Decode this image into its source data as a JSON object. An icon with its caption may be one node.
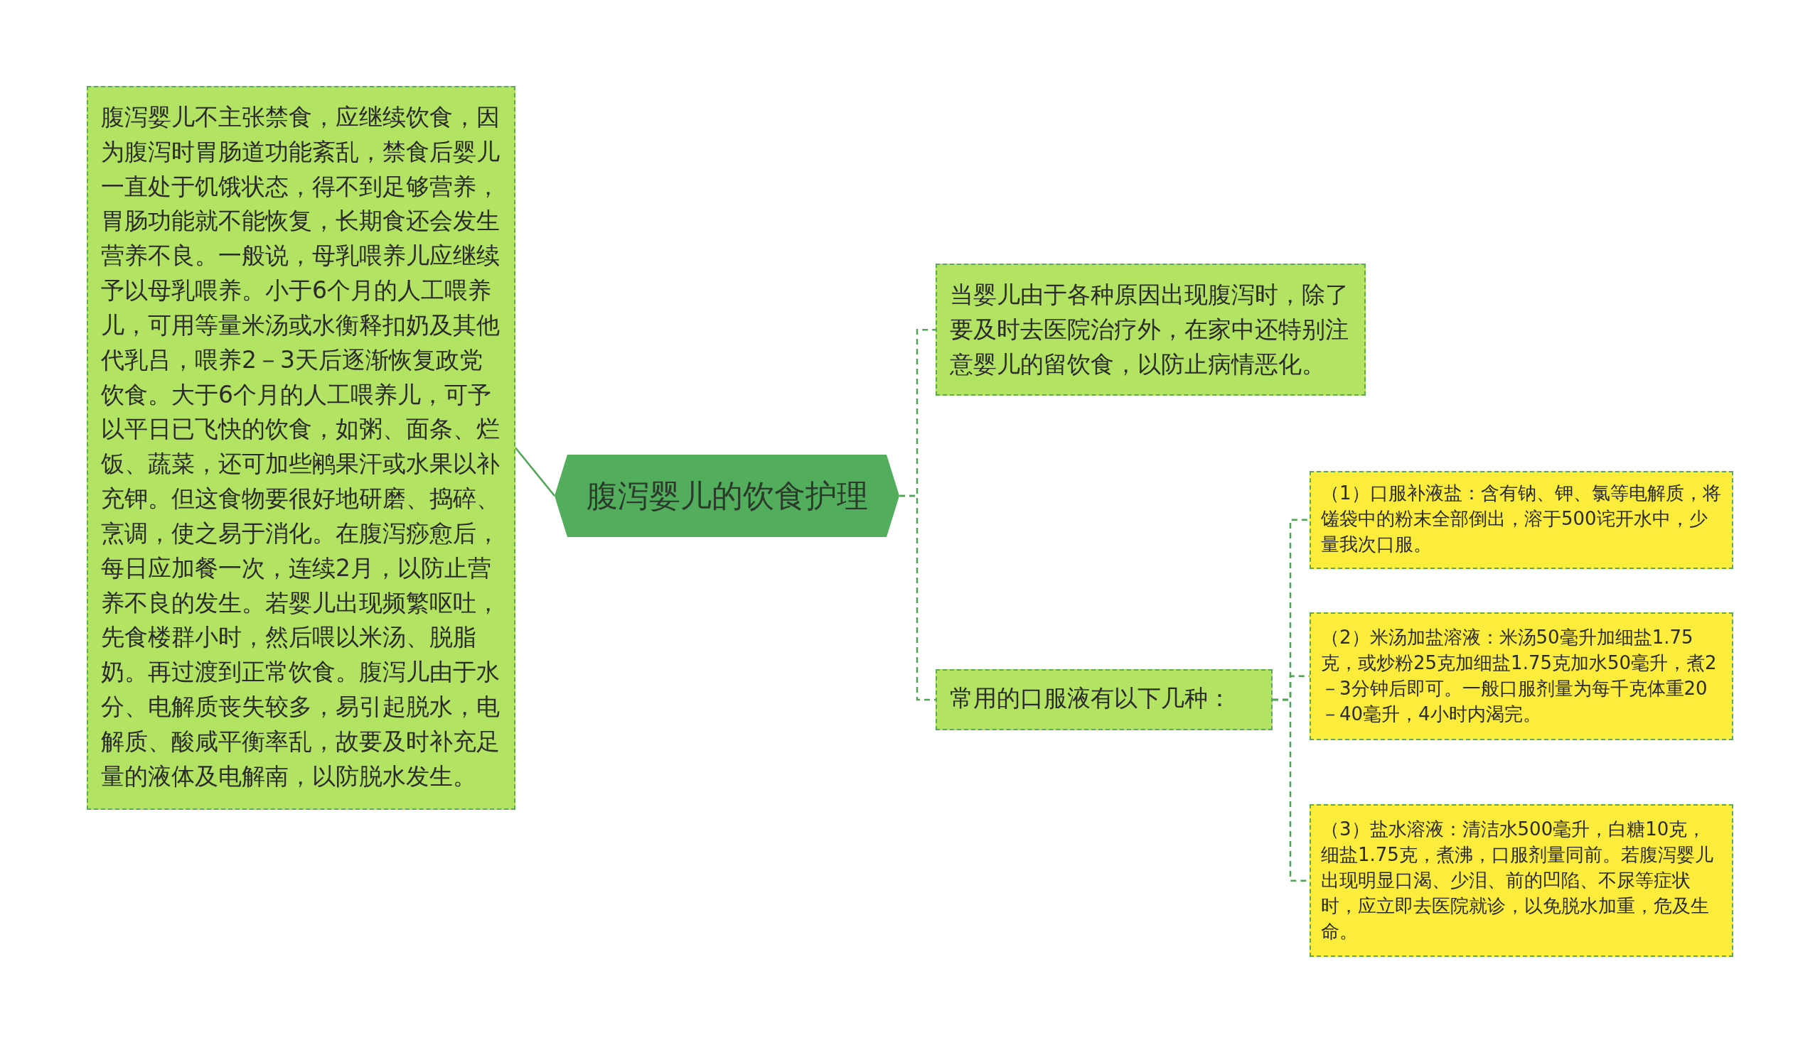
{
  "diagram": {
    "nodes": [
      {
        "text": [
          "腹泻婴儿的饮食护理"
        ]
      },
      {
        "text": [
          "腹泻婴儿不主张禁食，应继续饮食，因为腹泻时胃肠道功能紊乱，禁食后婴儿一直处于饥饿状态，得不到足够营养，胃肠功能就不能恢复，长期食还会发生营养不良。一般说，母乳喂养儿应继续予以母乳喂养。小于6个月的人工喂养儿，可用等量米汤或水衡释扣奶及其他代乳吕，喂养2－3天后逐渐恢复政党饮食。大于6个月的人工喂养儿，可予以平日已飞快的饮食，如粥、面条、烂饭、蔬菜，还可加些鹇果汗或水果以补充钾。但这食物要很好地研磨、捣碎、烹调，使之易于消化。在腹泻痧愈后，每日应加餐一次，连续2月，以防止营养不良的发生。若婴儿出现频繁呕吐，先食楼群小时，然后喂以米汤、脱脂奶。再过渡到正常饮食。腹泻儿由于水分、电解质丧失较多，易引起脱水，电解质、酸咸平衡率乱，故要及时补充足量的液体及电解南，以防脱水发生。"
        ]
      },
      {
        "text": [
          "当婴儿由于各种原因出现腹泻时，除了要及时去医院治疗外，在家中还特别注意婴儿的留饮食，以防止病情恶化。"
        ]
      },
      {
        "text": [
          "常用的口服液有以下几种："
        ]
      },
      {
        "text": [
          "（1）口服补液盐：含有钠、钾、氯等电解质，将馐袋中的粉末全部倒出，溶于500诧开水中，少量我次口服。"
        ]
      },
      {
        "text": [
          "（2）米汤加盐溶液：米汤50毫升加细盐1.75克，或炒粉25克加细盐1.75克加水50毫升，煮2－3分钟后即可。一般口服剂量为每千克体重20－40毫升，4小时内渴完。"
        ]
      },
      {
        "text": [
          "（3）盐水溶液：清洁水500毫升，白糖10克，细盐1.75克，煮沸，口服剂量同前。若腹泻婴儿出现明显口渴、少泪、前的凹陷、不尿等症状时，应立即去医院就诊，以免脱水加重，危及生命。"
        ]
      }
    ],
    "edges": [
      {
        "from": 0,
        "to": 1,
        "arrow": "none"
      },
      {
        "from": 0,
        "to": 2,
        "arrow": "none",
        "style": "dashed"
      },
      {
        "from": 0,
        "to": 3,
        "arrow": "none",
        "style": "dashed"
      },
      {
        "from": 3,
        "to": 4,
        "arrow": "none",
        "style": "dashed"
      },
      {
        "from": 3,
        "to": 5,
        "arrow": "none",
        "style": "dashed"
      },
      {
        "from": 3,
        "to": 6,
        "arrow": "none",
        "style": "dashed"
      }
    ]
  }
}
